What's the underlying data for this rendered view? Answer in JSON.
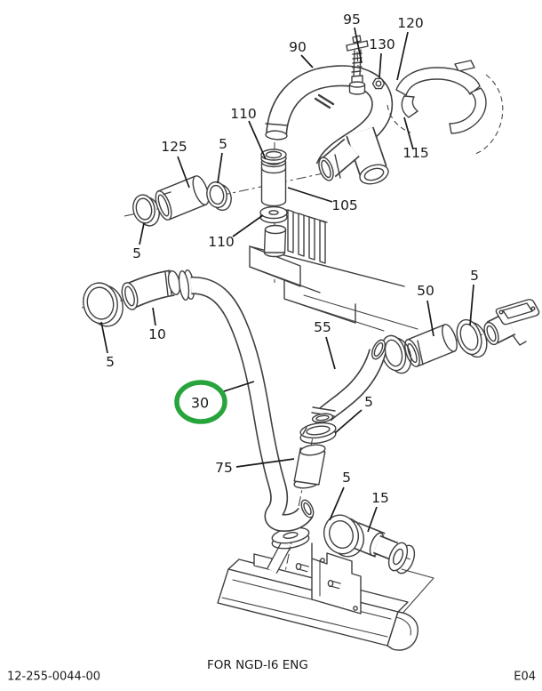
{
  "colors": {
    "line": "#3f3f3f",
    "text": "#1a1a1a",
    "highlight": "#28a43c"
  },
  "footer": {
    "part_number": "12-255-0044-00",
    "engine_note": "FOR NGD-I6 ENG",
    "page_code": "E04"
  },
  "highlighted_part": "30",
  "callouts": [
    {
      "part": "95"
    },
    {
      "part": "120"
    },
    {
      "part": "130"
    },
    {
      "part": "90"
    },
    {
      "part": "110"
    },
    {
      "part": "115"
    },
    {
      "part": "125"
    },
    {
      "part": "5"
    },
    {
      "part": "105"
    },
    {
      "part": "110"
    },
    {
      "part": "5"
    },
    {
      "part": "50"
    },
    {
      "part": "5"
    },
    {
      "part": "55"
    },
    {
      "part": "10"
    },
    {
      "part": "5"
    },
    {
      "part": "30"
    },
    {
      "part": "5"
    },
    {
      "part": "75"
    },
    {
      "part": "5"
    },
    {
      "part": "15"
    }
  ]
}
